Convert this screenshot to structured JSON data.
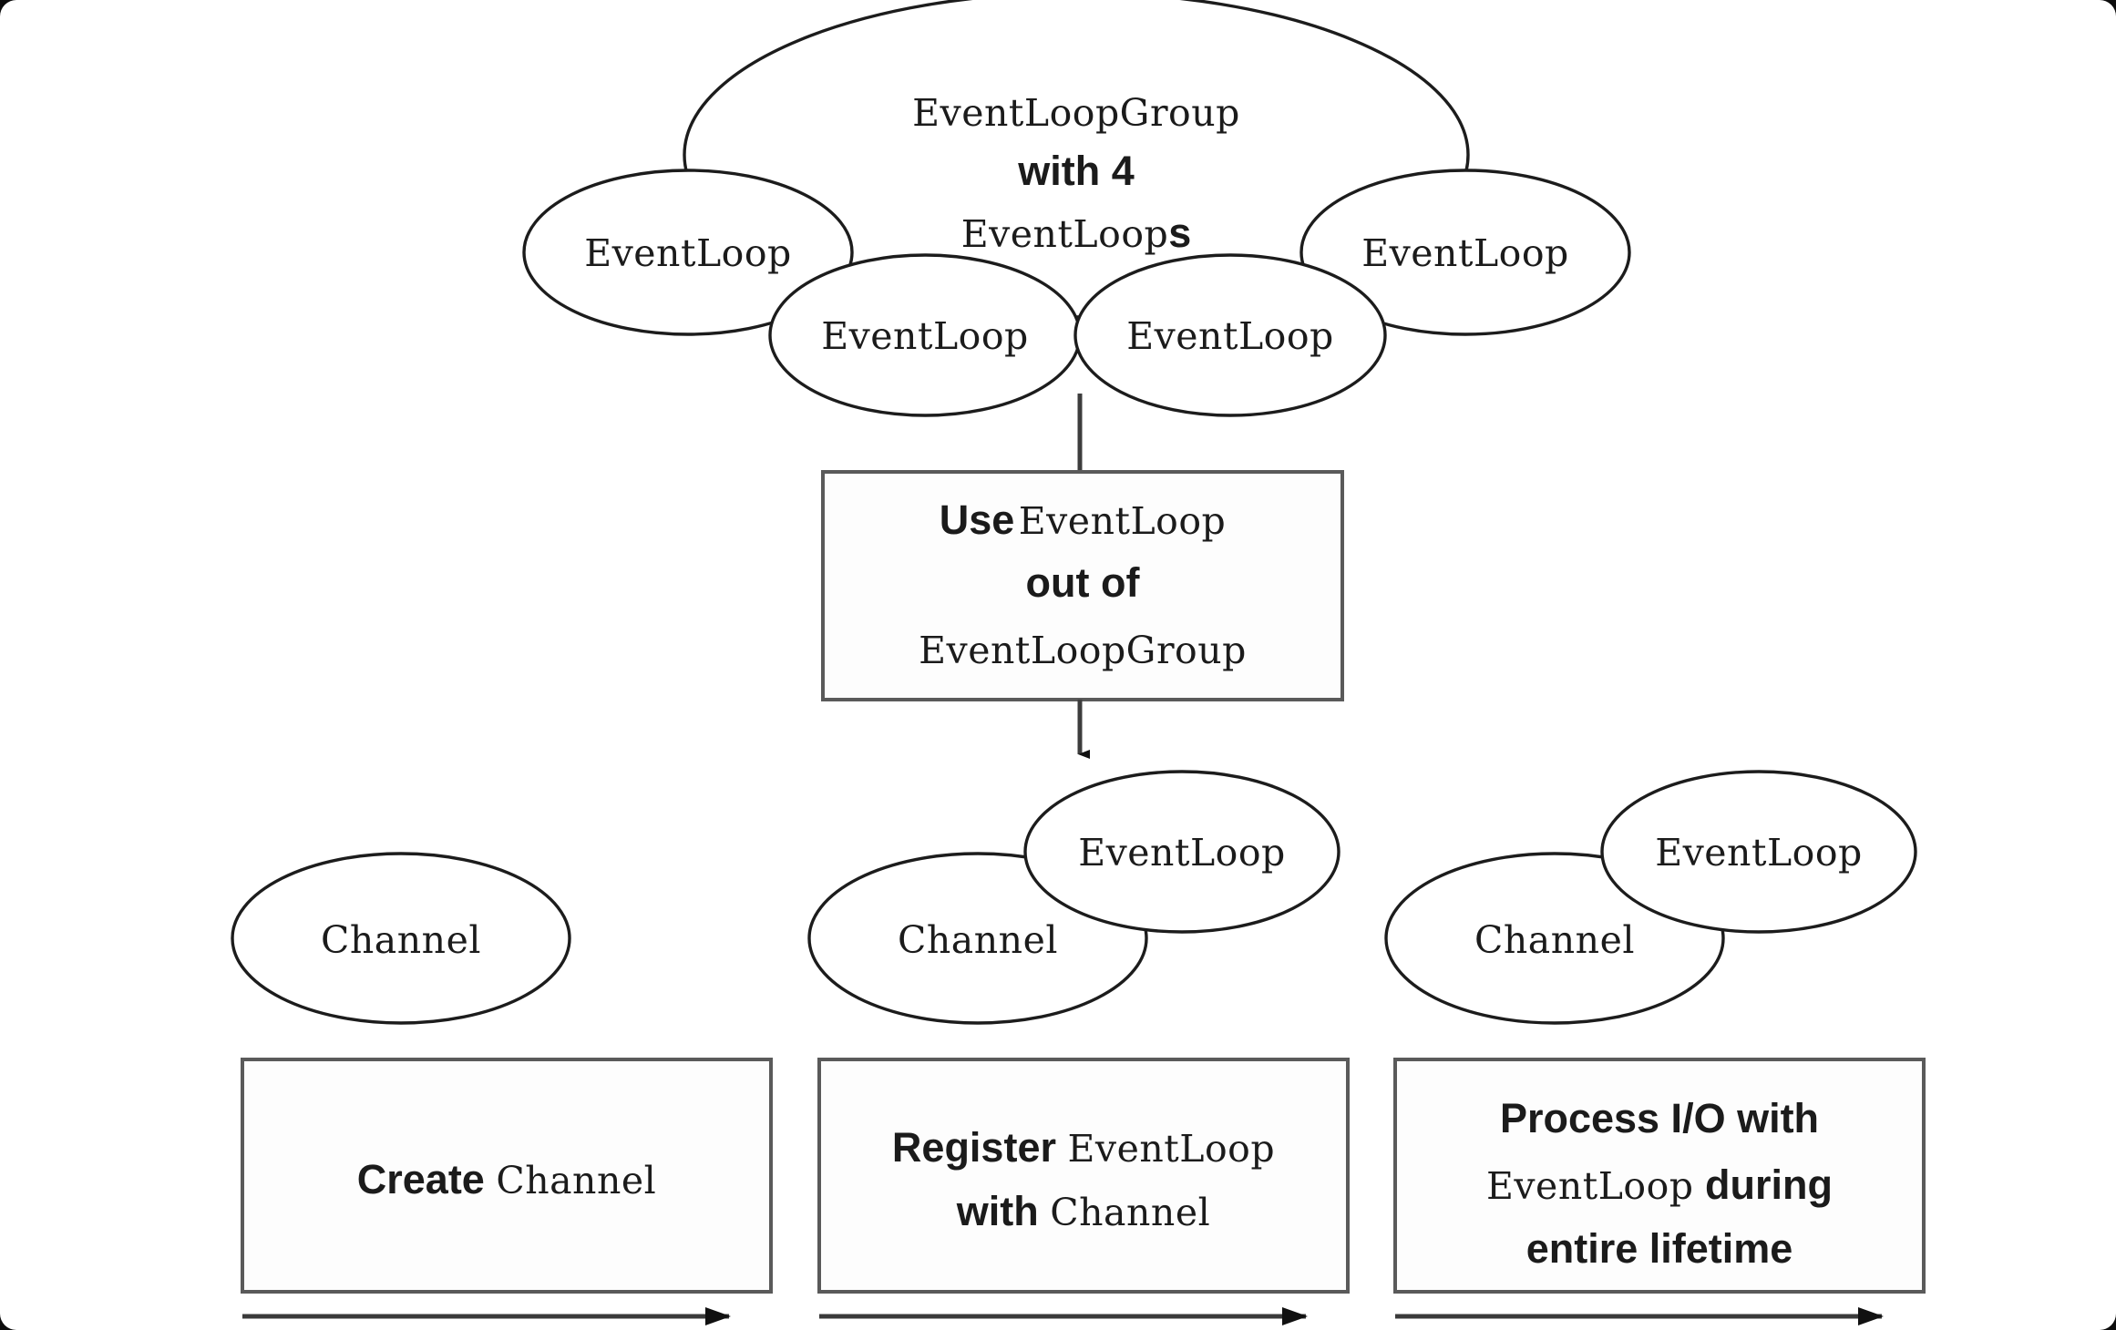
{
  "diagram": {
    "title": "Netty EventLoopGroup / EventLoop / Channel lifecycle",
    "background_color": "#ffffff",
    "stroke_color": "#1c1c1c",
    "box_border_color": "#5a5a5a"
  },
  "cloud": {
    "label_line1": "EventLoopGroup",
    "label_line2": "with 4",
    "label_line3_mono": "EventLoop",
    "label_line3_suffix": "s",
    "event_loops": [
      {
        "label": "EventLoop"
      },
      {
        "label": "EventLoop"
      },
      {
        "label": "EventLoop"
      },
      {
        "label": "EventLoop"
      }
    ]
  },
  "use_box": {
    "line1_sans": "Use",
    "line1_mono": "EventLoop",
    "line2": "out of",
    "line3_mono": "EventLoopGroup"
  },
  "stages": [
    {
      "id": "create-channel",
      "channel_label": "Channel",
      "has_event_loop": false,
      "event_loop_label": "",
      "caption_parts": [
        {
          "text": "Create ",
          "style": "sans"
        },
        {
          "text": "Channel",
          "style": "mono"
        }
      ],
      "caption_line2": ""
    },
    {
      "id": "register-event-loop",
      "channel_label": "Channel",
      "has_event_loop": true,
      "event_loop_label": "EventLoop",
      "caption_parts": [
        {
          "text": "Register ",
          "style": "sans"
        },
        {
          "text": "EventLoop",
          "style": "mono"
        }
      ],
      "caption_line2_parts": [
        {
          "text": "with ",
          "style": "sans"
        },
        {
          "text": "Channel",
          "style": "mono"
        }
      ]
    },
    {
      "id": "process-io",
      "channel_label": "Channel",
      "has_event_loop": true,
      "event_loop_label": "EventLoop",
      "caption_line1": "Process I/O with",
      "caption_line2_parts": [
        {
          "text": "EventLoop",
          "style": "mono"
        },
        {
          "text": " during",
          "style": "sans"
        }
      ],
      "caption_line3": "entire lifetime"
    }
  ],
  "captions": {
    "stage1_line1_a": "Create ",
    "stage1_line1_b": "Channel",
    "stage2_line1_a": "Register ",
    "stage2_line1_b": "EventLoop",
    "stage2_line2_a": "with ",
    "stage2_line2_b": "Channel",
    "stage3_line1": "Process I/O with",
    "stage3_line2_a": "EventLoop",
    "stage3_line2_b": " during",
    "stage3_line3": "entire lifetime"
  },
  "arrows": {
    "count": 3,
    "direction": "right",
    "vertical_connector": "cloud-to-use-box",
    "vertical_arrow": "use-box-to-eventloop"
  }
}
